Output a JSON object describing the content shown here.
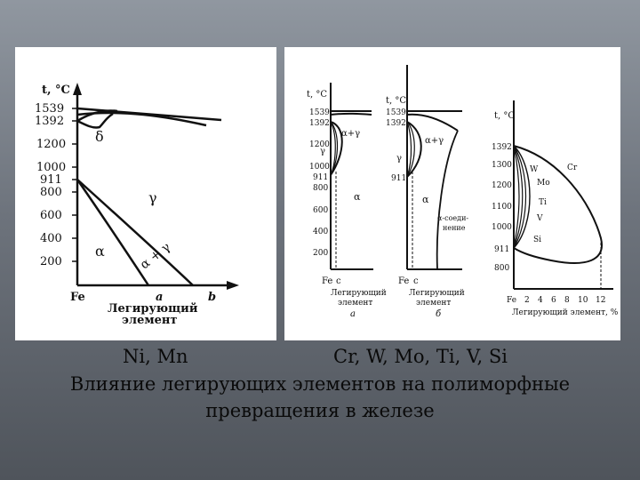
{
  "left_diagram": {
    "y_axis_label": "t, °C",
    "y_ticks": [
      "1539",
      "1392",
      "1200",
      "1000",
      "911",
      "800",
      "600",
      "400",
      "200"
    ],
    "x_origin": "Fe",
    "x_marks": [
      "a",
      "b"
    ],
    "x_axis_label_1": "Легирующий",
    "x_axis_label_2": "элемент",
    "phase_delta": "δ",
    "phase_gamma": "γ",
    "phase_alpha": "α",
    "phase_alpha_gamma": "α + γ"
  },
  "diagram_a": {
    "y_axis_label": "t, °C",
    "y_ticks": [
      "1539",
      "1392",
      "1200",
      "1000",
      "911",
      "800",
      "600",
      "400",
      "200"
    ],
    "x_origin": "Fe",
    "x_mark": "c",
    "phase_alpha_gamma": "α+γ",
    "phase_gamma": "γ",
    "phase_alpha": "α",
    "x_axis_label_1": "Легирующий",
    "x_axis_label_2": "элемент",
    "sub_label": "а"
  },
  "diagram_b": {
    "y_axis_label": "t, °C",
    "y_ticks": [
      "1539",
      "1392",
      "911"
    ],
    "x_origin": "Fe",
    "x_mark": "c",
    "phase_alpha_gamma": "α+γ",
    "phase_gamma": "γ",
    "phase_alpha": "α",
    "compound_label_1": "α-соеди-",
    "compound_label_2": "нение",
    "x_axis_label_1": "Легирующий",
    "x_axis_label_2": "элемент",
    "sub_label": "б"
  },
  "diagram_c": {
    "y_axis_label": "t, °C",
    "y_ticks": [
      "1392",
      "1300",
      "1200",
      "1100",
      "1000",
      "911",
      "800"
    ],
    "x_ticks": [
      "Fe",
      "2",
      "4",
      "6",
      "8",
      "10",
      "12"
    ],
    "curve_labels": [
      "W",
      "Mo",
      "Ti",
      "V",
      "Si",
      "Cr"
    ],
    "x_axis_label": "Легирующий элемент, %"
  },
  "caption": {
    "elements_left": "Ni, Mn",
    "elements_right": "Cr, W, Mo, Ti, V, Si",
    "line_1": "Влияние легирующих элементов на полиморфные",
    "line_2": "превращения в железе"
  }
}
